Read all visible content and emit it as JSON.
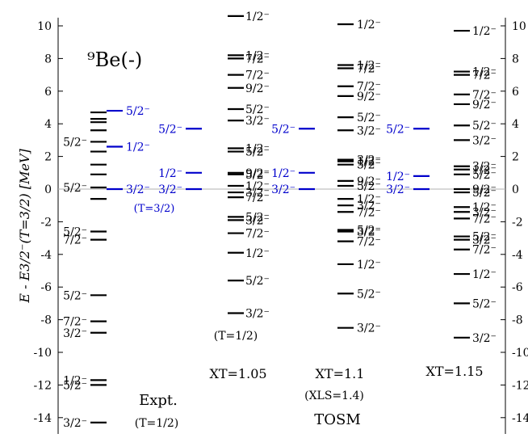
{
  "chart_data": {
    "type": "level-scheme",
    "title": "⁹Be(-)",
    "ylabel": "E - E3/2⁻(T=3/2) [MeV]",
    "ylim": [
      -15,
      10.5
    ],
    "y_ticks": [
      10,
      8,
      6,
      4,
      2,
      0,
      -2,
      -4,
      -6,
      -8,
      -10,
      -12,
      -14
    ],
    "grid": false,
    "reference_line_y": 0,
    "colors": {
      "axis": "#000000",
      "t1": "#000000",
      "t3": "#0000cc",
      "zero": "#b0b0b0"
    },
    "columns": [
      {
        "name": "Expt.",
        "sublabel": "(T=1/2)",
        "t3_label": "(T=3/2)",
        "t1_levels": [
          {
            "E": 4.7,
            "label": ""
          },
          {
            "E": 4.3,
            "label": ""
          },
          {
            "E": 4.1,
            "label": ""
          },
          {
            "E": 3.6,
            "label": ""
          },
          {
            "E": 2.9,
            "label": "5/2⁻"
          },
          {
            "E": 2.3,
            "label": ""
          },
          {
            "E": 1.5,
            "label": ""
          },
          {
            "E": 0.9,
            "label": ""
          },
          {
            "E": 0.1,
            "label": "5/2⁻"
          },
          {
            "E": -0.6,
            "label": ""
          },
          {
            "E": -2.6,
            "label": "5/2⁻"
          },
          {
            "E": -3.1,
            "label": "7/2⁻"
          },
          {
            "E": -6.5,
            "label": "5/2⁻"
          },
          {
            "E": -8.1,
            "label": "7/2⁻"
          },
          {
            "E": -8.8,
            "label": "3/2⁻"
          },
          {
            "E": -11.7,
            "label": "1/2⁻"
          },
          {
            "E": -12.0,
            "label": "5/2⁻"
          },
          {
            "E": -14.3,
            "label": "3/2⁻"
          }
        ],
        "t3_levels": [
          {
            "E": 4.8,
            "label": "5/2⁻"
          },
          {
            "E": 2.6,
            "label": "1/2⁻"
          },
          {
            "E": 0.0,
            "label": "3/2⁻"
          }
        ]
      },
      {
        "name": "XT=1.05",
        "sublabel": "(T=1/2)",
        "t1_levels": [
          {
            "E": 10.6,
            "label": "1/2⁻"
          },
          {
            "E": 8.2,
            "label": "1/2⁻"
          },
          {
            "E": 8.0,
            "label": "7/2⁻"
          },
          {
            "E": 7.0,
            "label": "7/2⁻"
          },
          {
            "E": 6.2,
            "label": "9/2⁻"
          },
          {
            "E": 4.9,
            "label": "5/2⁻"
          },
          {
            "E": 4.2,
            "label": "3/2⁻"
          },
          {
            "E": 2.5,
            "label": "1/2⁻"
          },
          {
            "E": 2.3,
            "label": "5/2⁻"
          },
          {
            "E": 1.0,
            "label": "9/2⁻"
          },
          {
            "E": 0.9,
            "label": "5/2⁻"
          },
          {
            "E": 0.2,
            "label": "1/2⁻"
          },
          {
            "E": -0.2,
            "label": "3/2⁻"
          },
          {
            "E": -0.5,
            "label": "7/2⁻"
          },
          {
            "E": -1.7,
            "label": "5/2⁻"
          },
          {
            "E": -1.9,
            "label": "3/2⁻"
          },
          {
            "E": -2.7,
            "label": "7/2⁻"
          },
          {
            "E": -3.9,
            "label": "1/2⁻"
          },
          {
            "E": -5.6,
            "label": "5/2⁻"
          },
          {
            "E": -7.6,
            "label": "3/2⁻"
          }
        ],
        "t3_levels": [
          {
            "E": 3.7,
            "label": "5/2⁻"
          },
          {
            "E": 1.0,
            "label": "1/2⁻"
          },
          {
            "E": 0.0,
            "label": "3/2⁻"
          }
        ]
      },
      {
        "name": "XT=1.1",
        "sublabel": "(XLS=1.4)",
        "t1_levels": [
          {
            "E": 10.1,
            "label": "1/2⁻"
          },
          {
            "E": 7.6,
            "label": "1/2⁻"
          },
          {
            "E": 7.4,
            "label": "7/2⁻"
          },
          {
            "E": 6.3,
            "label": "7/2⁻"
          },
          {
            "E": 5.7,
            "label": "9/2⁻"
          },
          {
            "E": 4.4,
            "label": "5/2⁻"
          },
          {
            "E": 3.6,
            "label": "3/2⁻"
          },
          {
            "E": 1.8,
            "label": "3/2⁻"
          },
          {
            "E": 1.7,
            "label": "1/2⁻"
          },
          {
            "E": 1.5,
            "label": "5/2⁻"
          },
          {
            "E": 0.5,
            "label": "9/2⁻"
          },
          {
            "E": 0.2,
            "label": "5/2⁻"
          },
          {
            "E": -0.6,
            "label": "1/2⁻"
          },
          {
            "E": -1.0,
            "label": "3/2⁻"
          },
          {
            "E": -1.4,
            "label": "7/2⁻"
          },
          {
            "E": -2.5,
            "label": "5/2⁻"
          },
          {
            "E": -2.6,
            "label": "3/2⁻"
          },
          {
            "E": -3.2,
            "label": "7/2⁻"
          },
          {
            "E": -4.6,
            "label": "1/2⁻"
          },
          {
            "E": -6.4,
            "label": "5/2⁻"
          },
          {
            "E": -8.5,
            "label": "3/2⁻"
          }
        ],
        "t3_levels": [
          {
            "E": 3.7,
            "label": "5/2⁻"
          },
          {
            "E": 1.0,
            "label": "1/2⁻"
          },
          {
            "E": 0.0,
            "label": "3/2⁻"
          }
        ]
      },
      {
        "name": "XT=1.15",
        "sublabel": "",
        "t1_levels": [
          {
            "E": 9.7,
            "label": "1/2⁻"
          },
          {
            "E": 7.2,
            "label": "1/2⁻"
          },
          {
            "E": 7.0,
            "label": "7/2⁻"
          },
          {
            "E": 5.8,
            "label": "7/2⁻"
          },
          {
            "E": 5.2,
            "label": "9/2⁻"
          },
          {
            "E": 3.9,
            "label": "5/2⁻"
          },
          {
            "E": 3.0,
            "label": "3/2⁻"
          },
          {
            "E": 1.4,
            "label": "3/2⁻"
          },
          {
            "E": 1.2,
            "label": "1/2⁻"
          },
          {
            "E": 0.9,
            "label": "5/2⁻"
          },
          {
            "E": 0.0,
            "label": "9/2⁻"
          },
          {
            "E": -0.2,
            "label": "5/2⁻"
          },
          {
            "E": -1.1,
            "label": "1/2⁻"
          },
          {
            "E": -1.4,
            "label": "3/2⁻"
          },
          {
            "E": -1.8,
            "label": "7/2⁻"
          },
          {
            "E": -2.9,
            "label": "5/2⁻"
          },
          {
            "E": -3.1,
            "label": "3/2⁻"
          },
          {
            "E": -3.7,
            "label": "7/2⁻"
          },
          {
            "E": -5.2,
            "label": "1/2⁻"
          },
          {
            "E": -7.0,
            "label": "5/2⁻"
          },
          {
            "E": -9.1,
            "label": "3/2⁻"
          }
        ],
        "t3_levels": [
          {
            "E": 3.7,
            "label": "5/2⁻"
          },
          {
            "E": 0.8,
            "label": "1/2⁻"
          },
          {
            "E": 0.0,
            "label": "3/2⁻"
          }
        ]
      }
    ],
    "group_label": "TOSM"
  }
}
